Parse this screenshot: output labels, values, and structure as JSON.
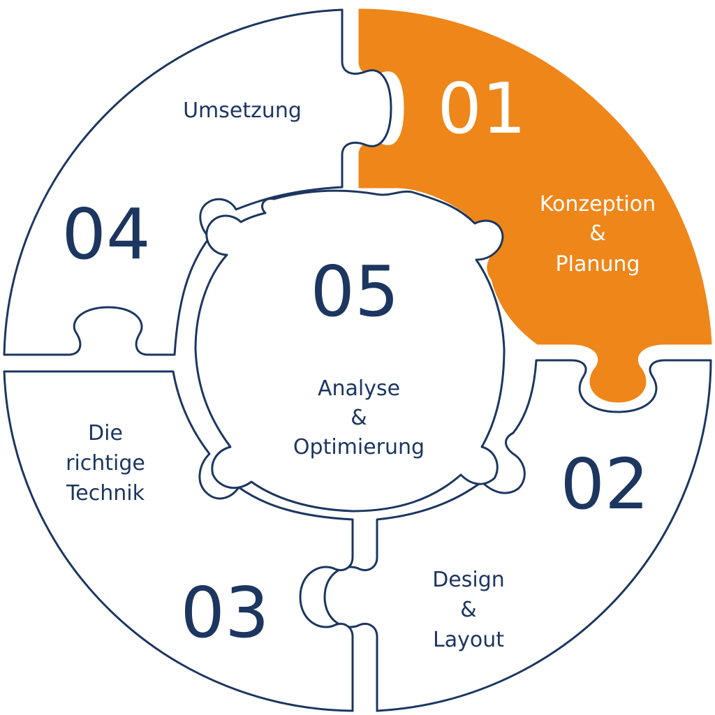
{
  "colors": {
    "outline": "#1c3660",
    "text": "#1c3660",
    "highlight": "#ee861a",
    "highlight_text": "#ffffff",
    "background": "#ffffff"
  },
  "pieces": [
    {
      "number": "01",
      "lines": [
        "Konzeption",
        "&",
        "Planung"
      ],
      "highlighted": true
    },
    {
      "number": "02",
      "lines": [],
      "highlighted": false
    },
    {
      "number": "03",
      "lines": [
        "Design",
        "&",
        "Layout"
      ],
      "highlighted": false
    },
    {
      "number": "04",
      "lines": [
        "Die",
        "richtige",
        "Technik"
      ],
      "highlighted": false
    },
    {
      "number": "05",
      "lines": [
        "Analyse",
        "&",
        "Optimierung"
      ],
      "highlighted": false
    }
  ],
  "extra_labels": [
    "Umsetzung"
  ]
}
